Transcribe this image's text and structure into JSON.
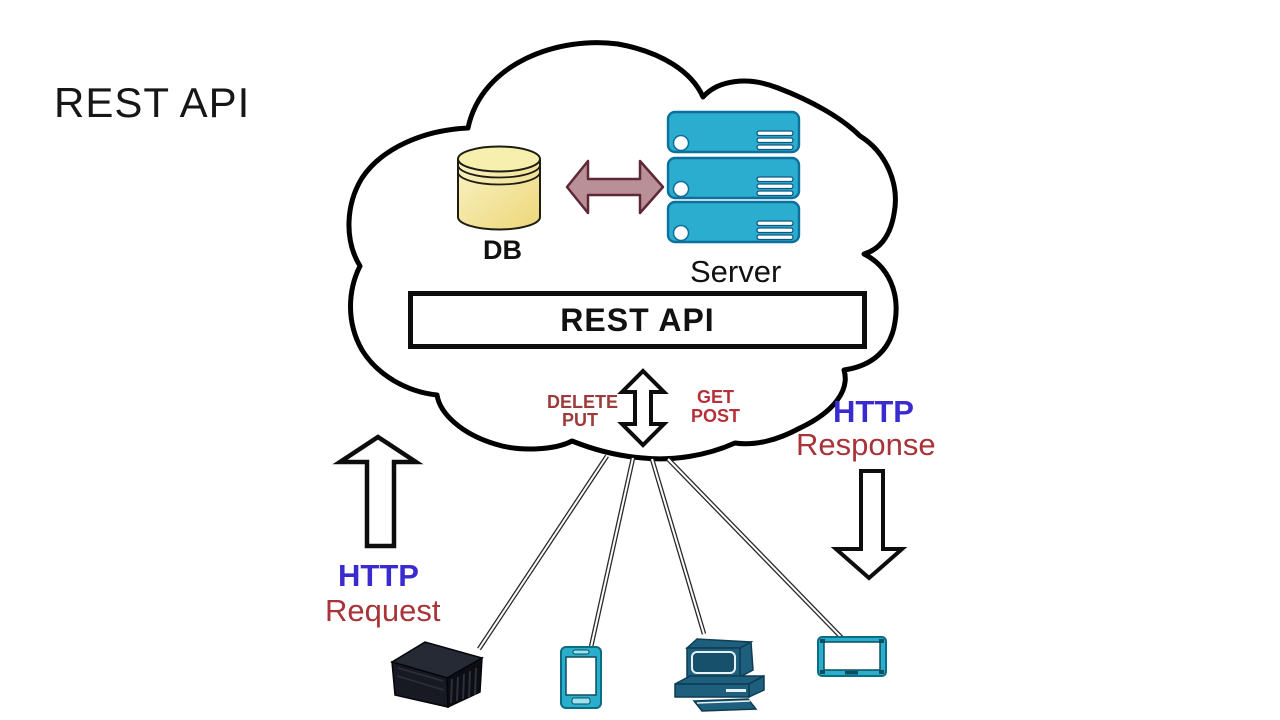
{
  "title": "REST API",
  "cloud": {
    "db_label": "DB",
    "server_label": "Server",
    "api_box_label": "REST API"
  },
  "methods": {
    "delete": "DELETE",
    "put": "PUT",
    "get": "GET",
    "post": "POST"
  },
  "request": {
    "line1": "HTTP",
    "line2": "Request"
  },
  "response": {
    "line1": "HTTP",
    "line2": "Response"
  },
  "colors": {
    "ink": "#111111",
    "cloud_outline": "#000000",
    "http_blue": "#3a2bd1",
    "method_dark_red": "#9d3a3a",
    "method_red": "#b53038",
    "label_red": "#a83338",
    "server_teal": "#2aadcf",
    "server_outline": "#0d6f9c",
    "device_teal": "#2aaecb",
    "device_outline": "#0a6d84",
    "desktop_teal": "#1d5f7c",
    "db_yellow": "#f2e394",
    "arrow_maroon": "#b98f98",
    "arrow_maroon_outline": "#5e2836",
    "black_box_top": "#262a35",
    "black_box_front": "#171a22",
    "black_box_side": "#0c0e13"
  },
  "icons": {
    "cloud-shape": "cloud outline containing backend",
    "database-icon": "yellow cylinder database",
    "server-rack-icon": "three stacked teal rack servers",
    "db-server-arrow-icon": "maroon double-headed horizontal arrow",
    "api-methods-arrow-icon": "vertical double-headed outline arrow",
    "request-arrow-icon": "upward outline arrow",
    "response-arrow-icon": "downward outline arrow",
    "server-box-device-icon": "black server box client",
    "smartphone-icon": "teal smartphone client",
    "desktop-computer-icon": "teal desktop computer client",
    "tablet-icon": "teal tablet client",
    "connection-line": "double-stroke link line"
  }
}
